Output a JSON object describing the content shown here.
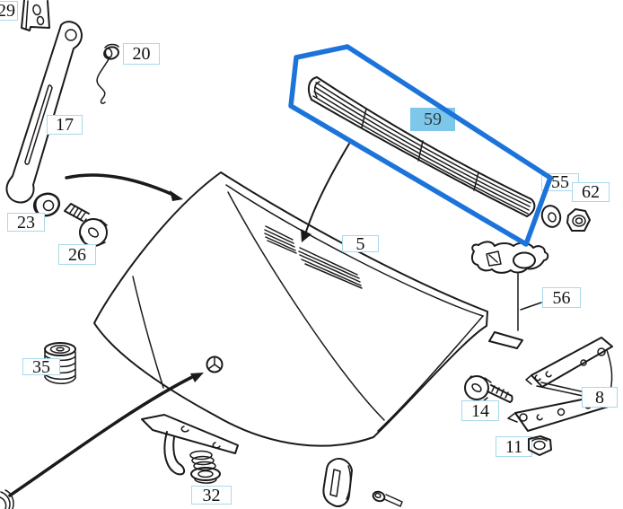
{
  "parts": {
    "p5": "5",
    "p8": "8",
    "p11": "11",
    "p14": "14",
    "p17": "17",
    "p20": "20",
    "p23": "23",
    "p26": "26",
    "p29": "29",
    "p32": "32",
    "p35": "35",
    "p55": "55",
    "p56": "56",
    "p59": "59",
    "p62": "62"
  },
  "colors": {
    "background": "#ffffff",
    "line": "#1a1a1a",
    "highlight_stroke": "#1c74da",
    "highlight_label_bg": "#7cc7ea",
    "label_border": "#a9d9ec",
    "label_text": "#111111"
  }
}
